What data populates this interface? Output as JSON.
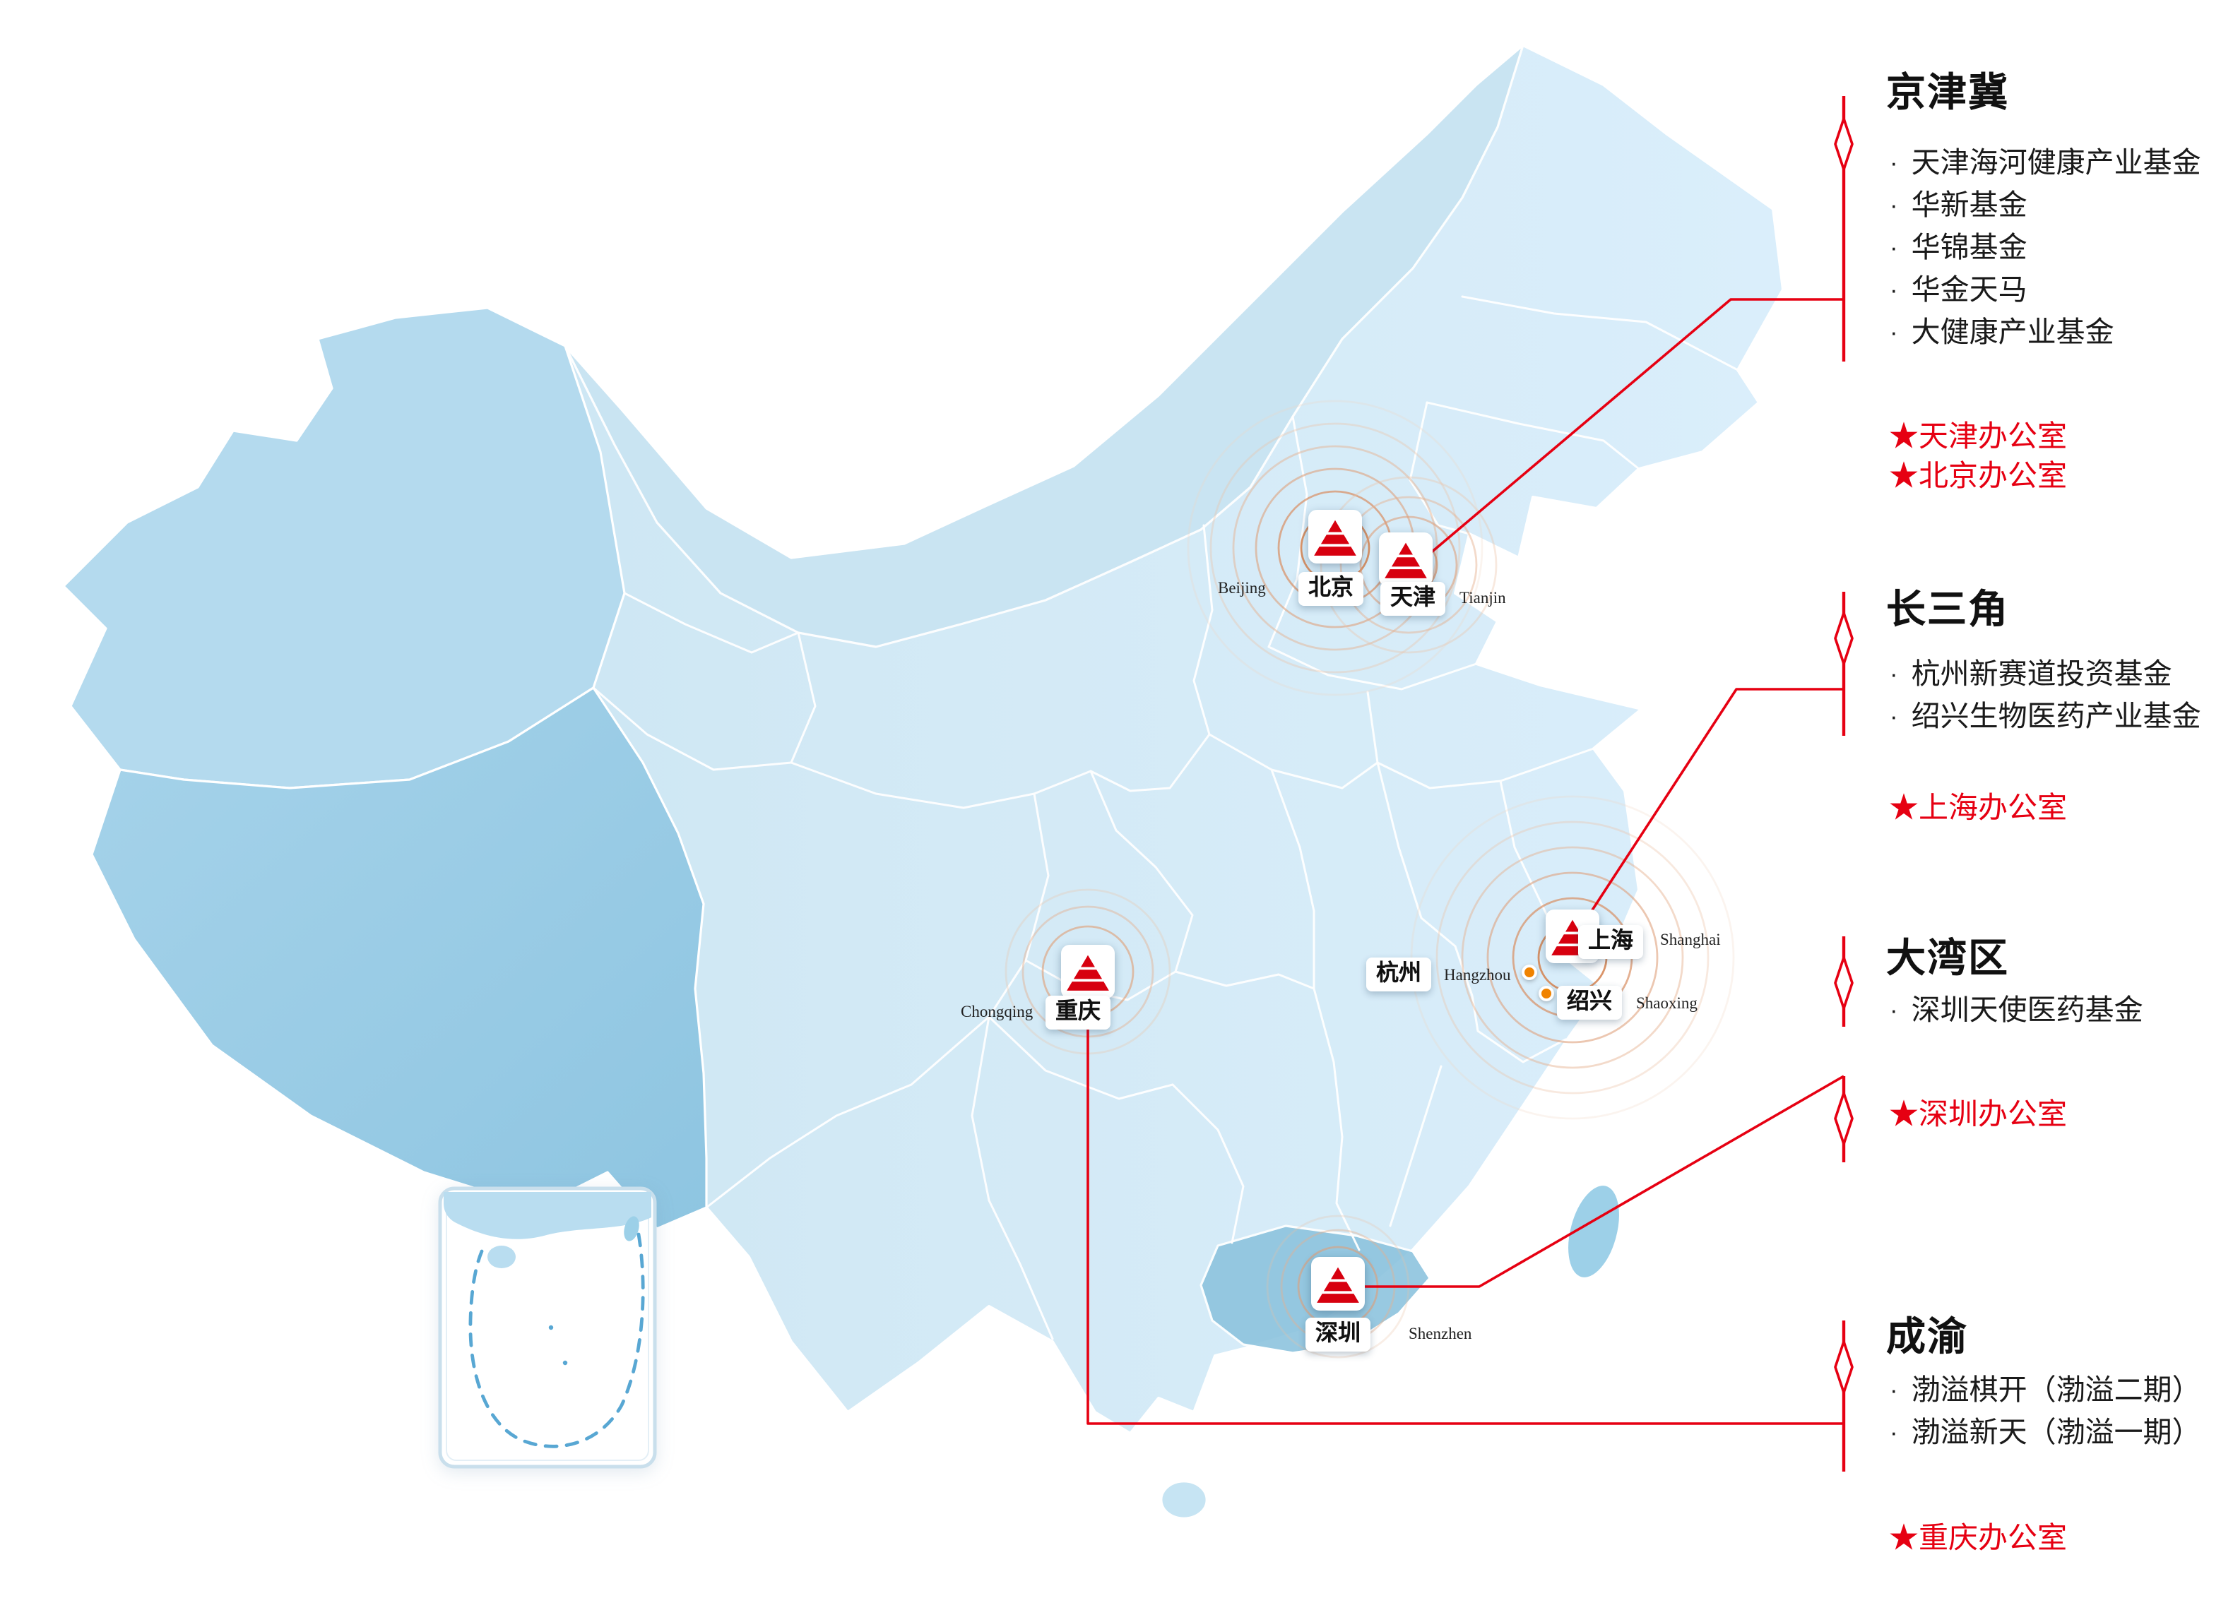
{
  "ui": {
    "bullet": "·"
  },
  "colors": {
    "accent": "#e60012",
    "logo_red": "#d7000f",
    "map_base": "#d7ebf7",
    "map_west": "#9bcbe5",
    "dot_orange": "#f08300",
    "dash_blue": "#58a7d3"
  },
  "cities": [
    {
      "id": "beijing",
      "zh": "北京",
      "en": "Beijing",
      "marker": "logo"
    },
    {
      "id": "tianjin",
      "zh": "天津",
      "en": "Tianjin",
      "marker": "logo"
    },
    {
      "id": "shanghai",
      "zh": "上海",
      "en": "Shanghai",
      "marker": "logo"
    },
    {
      "id": "hangzhou",
      "zh": "杭州",
      "en": "Hangzhou",
      "marker": "dot"
    },
    {
      "id": "shaoxing",
      "zh": "绍兴",
      "en": "Shaoxing",
      "marker": "dot"
    },
    {
      "id": "chongqing",
      "zh": "重庆",
      "en": "Chongqing",
      "marker": "logo"
    },
    {
      "id": "shenzhen",
      "zh": "深圳",
      "en": "Shenzhen",
      "marker": "logo"
    }
  ],
  "regions": [
    {
      "title": "京津冀",
      "funds": [
        "天津海河健康产业基金",
        "华新基金",
        "华锦基金",
        "华金天马",
        "大健康产业基金"
      ],
      "offices": [
        "★天津办公室",
        "★北京办公室"
      ]
    },
    {
      "title": "长三角",
      "funds": [
        "杭州新赛道投资基金",
        "绍兴生物医药产业基金"
      ],
      "offices": [
        "★上海办公室"
      ]
    },
    {
      "title": "大湾区",
      "funds": [
        "深圳天使医药基金"
      ],
      "offices": [
        "★深圳办公室"
      ]
    },
    {
      "title": "成渝",
      "funds": [
        "渤溢棋开（渤溢二期）",
        "渤溢新天（渤溢一期）"
      ],
      "offices": [
        "★重庆办公室"
      ]
    }
  ]
}
